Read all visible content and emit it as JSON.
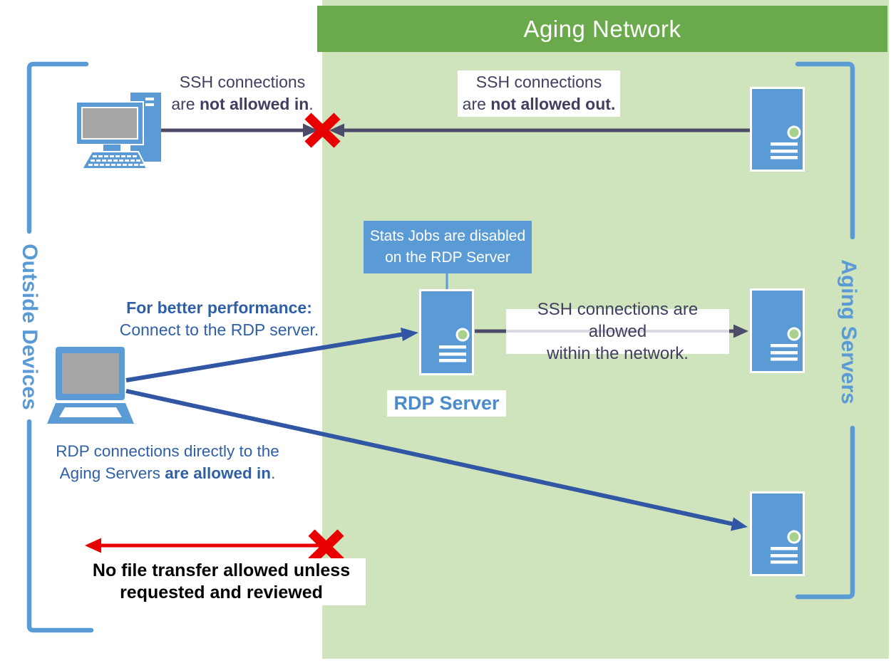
{
  "header": {
    "title": "Aging Network"
  },
  "brackets": {
    "left_label": "Outside Devices",
    "right_label": "Aging Servers"
  },
  "annotations": {
    "ssh_in": {
      "line1": "SSH connections",
      "line2_prefix": "are ",
      "line2_bold": "not allowed in",
      "line2_suffix": "."
    },
    "ssh_out": {
      "line1": "SSH connections",
      "line2_prefix": "are ",
      "line2_bold": "not allowed out.",
      "line2_suffix": ""
    },
    "stats": {
      "line1": "Stats Jobs are disabled",
      "line2": "on the RDP Server"
    },
    "ssh_within": {
      "line1": "SSH connections are allowed",
      "line2": "within the network."
    },
    "performance": {
      "line1_bold": "For better performance:",
      "line2": "Connect to the RDP server."
    },
    "rdp_direct": {
      "line1": "RDP connections directly to the",
      "line2_prefix": "Aging Servers ",
      "line2_bold": "are allowed in",
      "line2_suffix": "."
    },
    "no_transfer": {
      "line1": "No file transfer allowed unless",
      "line2": "requested and reviewed"
    }
  },
  "labels": {
    "rdp_server": "RDP Server"
  },
  "icons": [
    "desktop-computer-icon",
    "laptop-icon",
    "rdp-server-icon",
    "server-icon-top",
    "server-icon-middle",
    "server-icon-bottom",
    "blocked-x-icon-top",
    "blocked-x-icon-bottom"
  ],
  "colors": {
    "panel_green": "#cfe3bd",
    "header_green": "#6baa4c",
    "office_blue": "#5b9bd5",
    "arrow_slate": "#4c4b68",
    "arrow_blue": "#3156a4",
    "text_navy": "#413e60",
    "text_blue": "#2e5fa8",
    "rdp_label_blue": "#4b8bca",
    "red": "#e80000",
    "screen_gray": "#a6a6a6",
    "led_green": "#a9d18e"
  }
}
